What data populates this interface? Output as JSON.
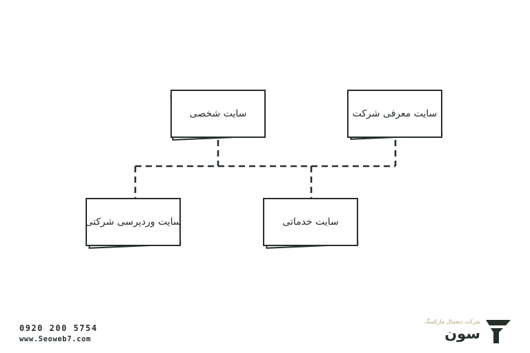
{
  "diagram": {
    "nodes": {
      "personal": "سایت شخصی",
      "corporate": "سایت معرفی شرکت",
      "wordpress": "سایت وردپرسی شرکتی",
      "services": "سایت خدماتی"
    }
  },
  "footer": {
    "phone": "0920 200 5754",
    "website": "www.Seoweb7.com"
  },
  "brand": {
    "name": "سون",
    "tagline": "شرکت دیجیتال مارکتینگ"
  },
  "colors": {
    "ink": "#263029",
    "accent": "#b9a46a",
    "background": "#ffffff"
  },
  "icons": {
    "logo": "seven-logo-icon"
  }
}
